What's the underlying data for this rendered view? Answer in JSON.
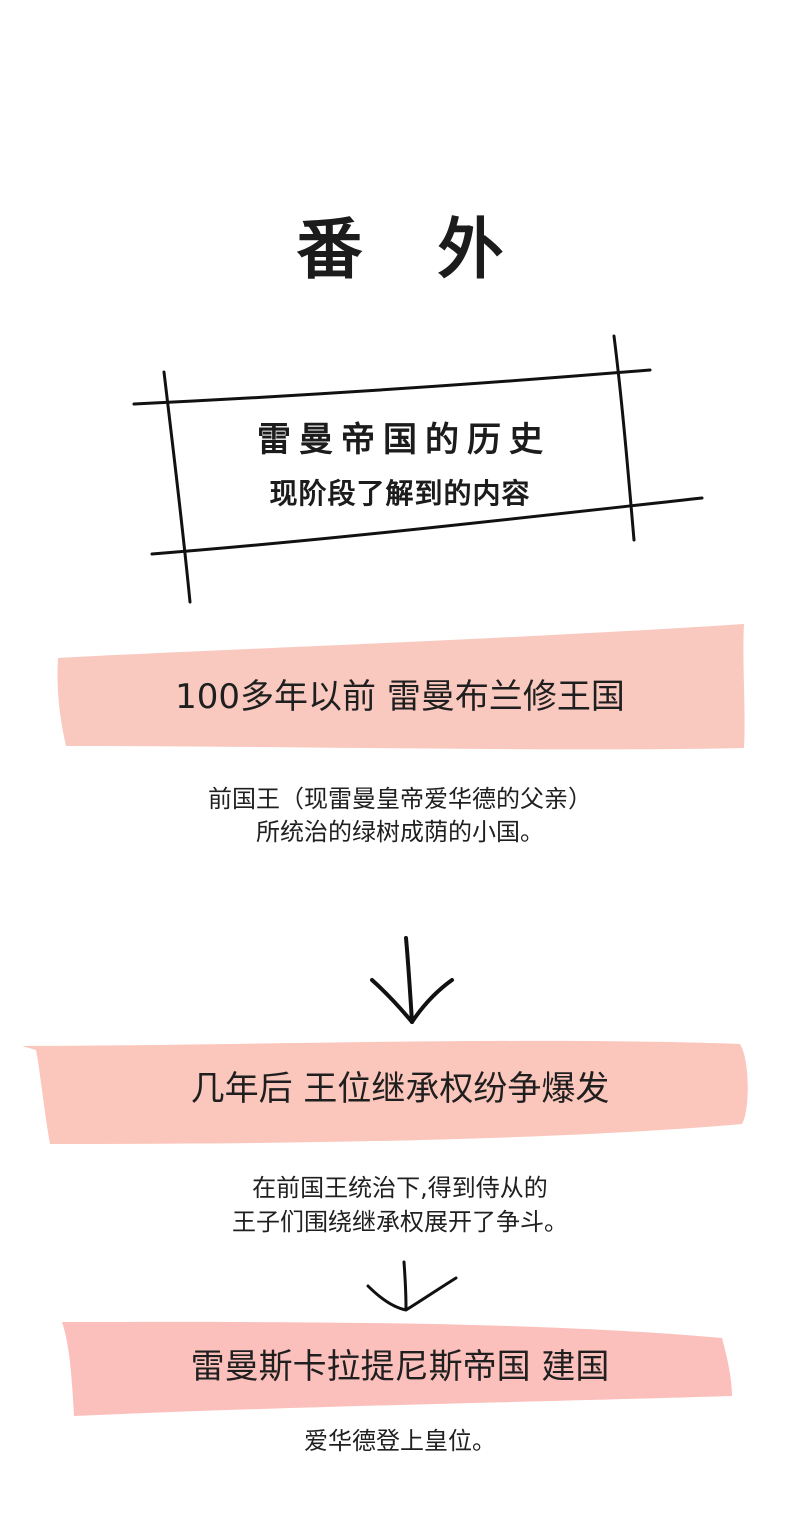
{
  "title": "番 外",
  "intro_box": {
    "line1": "雷曼帝国的历史",
    "line2": "现阶段了解到的内容"
  },
  "sections": [
    {
      "heading": "100多年以前 雷曼布兰修王国",
      "desc_line1": "前国王（现雷曼皇帝爱华德的父亲）",
      "desc_line2": "所统治的绿树成荫的小国。"
    },
    {
      "heading": "几年后 王位继承权纷争爆发",
      "desc_line1": "在前国王统治下,得到侍从的",
      "desc_line2": "王子们围绕继承权展开了争斗。"
    },
    {
      "heading": "雷曼斯卡拉提尼斯帝国 建国",
      "desc_line1": "爱华德登上皇位。"
    }
  ],
  "colors": {
    "banner_1": "#f9c9c0",
    "banner_2": "#fbc6bb",
    "banner_3": "#fcc0bc",
    "ink": "#111111"
  },
  "icons": [
    "down-arrow-icon",
    "down-arrow-icon"
  ]
}
